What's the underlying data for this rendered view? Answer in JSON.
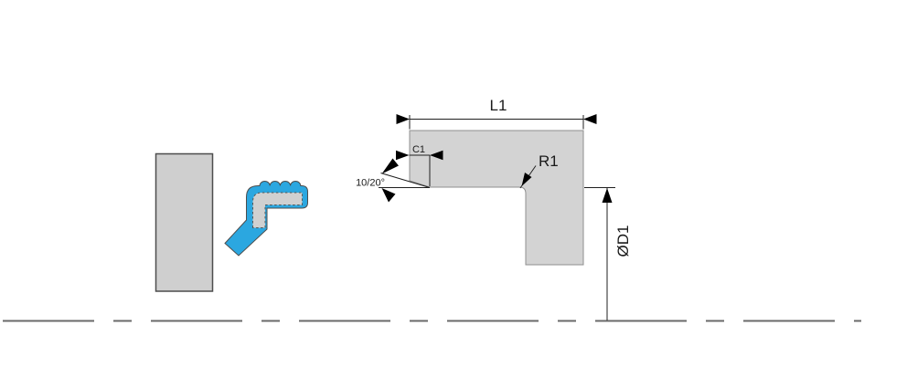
{
  "drawing": {
    "labels": {
      "length": "L1",
      "chamfer": "C1",
      "angle": "10/20°",
      "radius": "R1",
      "diameter": "ØD1"
    },
    "colors": {
      "seal_blue": "#2BA7E0",
      "profile_gray": "#D3D3D3",
      "profile_outline_gray": "#8F8F8F",
      "housing_border_gray": "#4D4D4D",
      "dimension_black": "#1A1A1A",
      "centerline_gray": "#6A6A6A",
      "background": "#FFFFFF"
    }
  }
}
